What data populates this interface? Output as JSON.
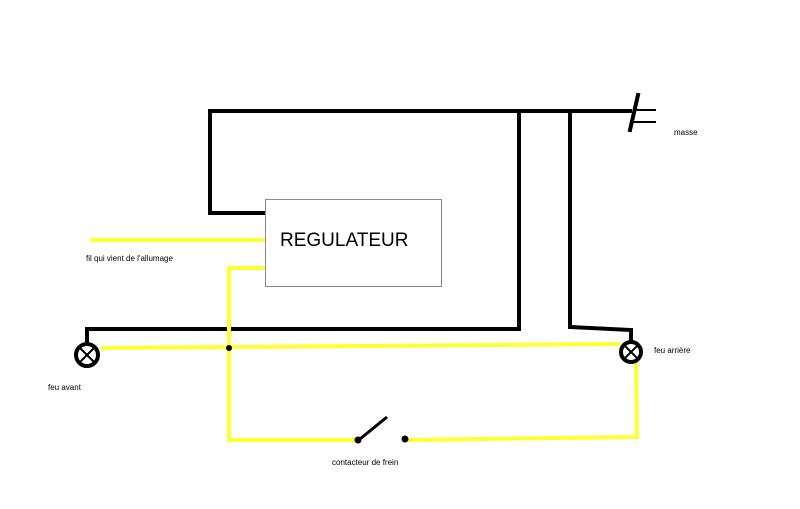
{
  "labels": {
    "regulator": "REGULATEUR",
    "ground": "masse",
    "ignition_wire": "fil qui vient de l'allumage",
    "front_light": "feu avant",
    "rear_light": "feu arrière",
    "brake_switch": "contacteur de frein"
  },
  "colors": {
    "ground_wire": "#000000",
    "signal_wire": "#ffff33",
    "box_border": "#8a8a8a"
  }
}
